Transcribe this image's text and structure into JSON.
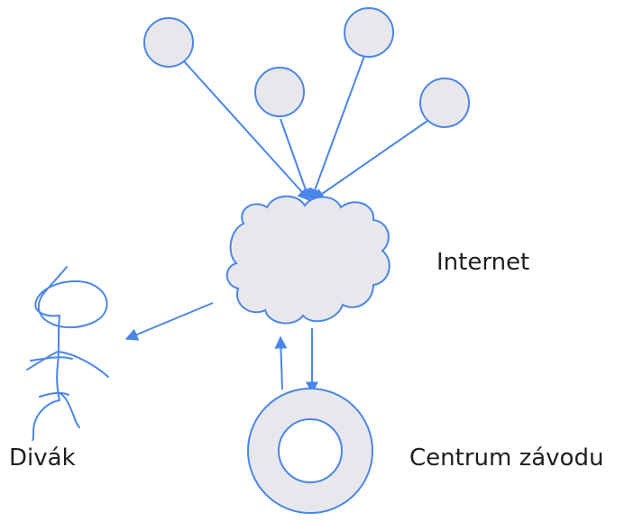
{
  "labels": {
    "internet": "Internet",
    "viewer": "Divák",
    "race_center": "Centrum závodu"
  },
  "colors": {
    "stroke": "#4a86e8",
    "fill": "#e8e8ec",
    "text": "#1f1f1f"
  },
  "icons": {
    "cloud": "cloud-icon",
    "viewer": "stick-figure-icon",
    "race_center": "ring-icon",
    "client_node": "circle-icon"
  }
}
